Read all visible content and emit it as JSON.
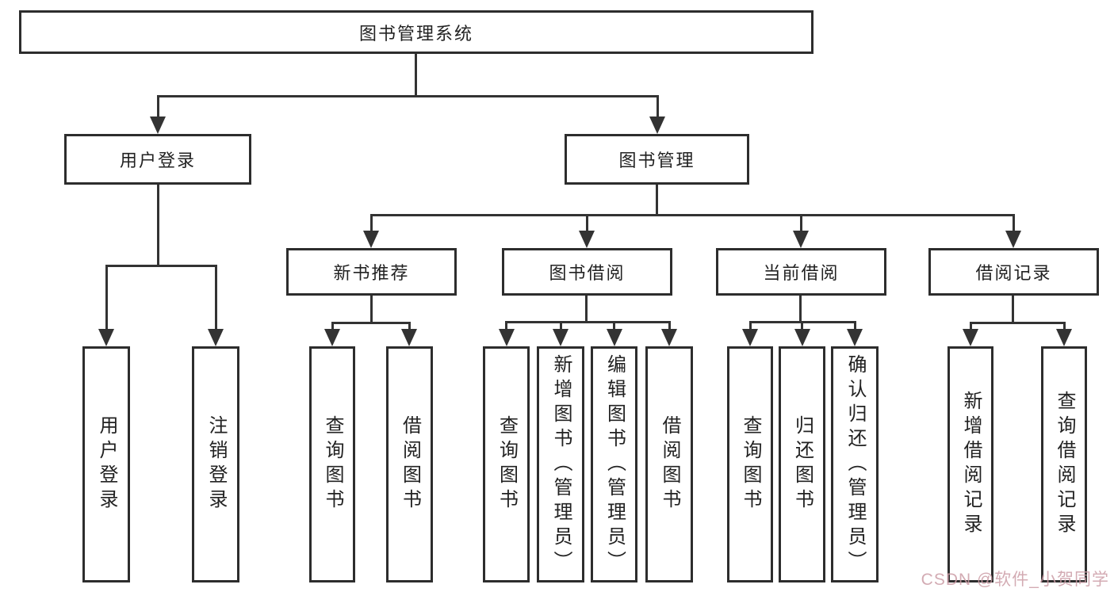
{
  "colors": {
    "line": "#333333",
    "box_border": "#2d2d2d",
    "background": "#ffffff",
    "text": "#222222",
    "watermark": "#cb9ca6"
  },
  "watermark": {
    "text": "CSDN @软件_小贺同学"
  },
  "tree": {
    "root": {
      "label": "图书管理系统"
    },
    "branches": [
      {
        "label": "用户登录",
        "children": [
          {
            "label": "用户登录"
          },
          {
            "label": "注销登录"
          }
        ]
      },
      {
        "label": "图书管理",
        "groups": [
          {
            "label": "新书推荐",
            "children": [
              {
                "label": "查询图书"
              },
              {
                "label": "借阅图书"
              }
            ]
          },
          {
            "label": "图书借阅",
            "children": [
              {
                "label": "查询图书"
              },
              {
                "label": "新增图书（管理员）"
              },
              {
                "label": "编辑图书（管理员）"
              },
              {
                "label": "借阅图书"
              }
            ]
          },
          {
            "label": "当前借阅",
            "children": [
              {
                "label": "查询图书"
              },
              {
                "label": "归还图书"
              },
              {
                "label": "确认归还（管理员）"
              }
            ]
          },
          {
            "label": "借阅记录",
            "children": [
              {
                "label": "新增借阅记录"
              },
              {
                "label": "查询借阅记录"
              }
            ]
          }
        ]
      }
    ]
  }
}
